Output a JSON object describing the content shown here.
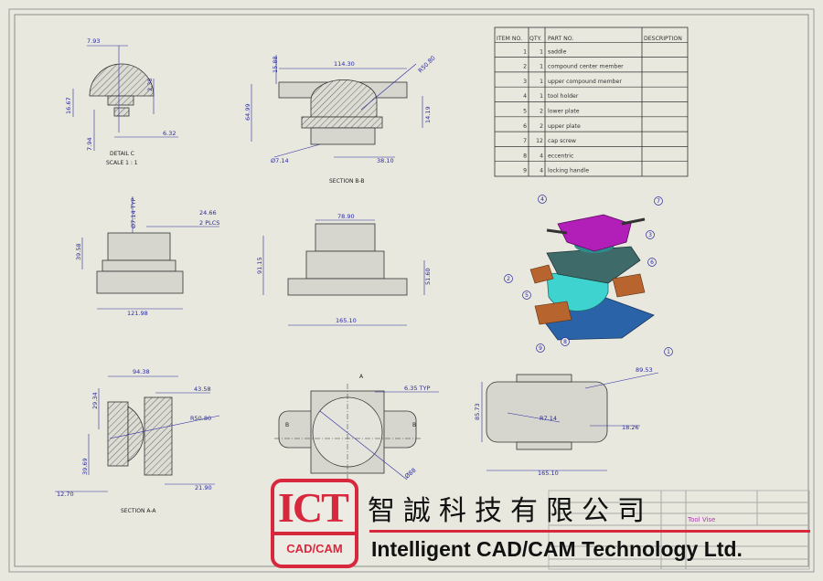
{
  "drawing": {
    "title": "Tool Vise",
    "detail_c": {
      "label": "DETAIL C",
      "scale": "SCALE 1 : 1",
      "dims": [
        "7.93",
        "16.67",
        "7.94",
        "6.32",
        "2.38"
      ]
    },
    "section_bb": {
      "label": "SECTION B-B",
      "dims": [
        "15.88",
        "114.30",
        "R50.80",
        "64.99",
        "14.19",
        "Ø7.14",
        "38.10"
      ]
    },
    "side_view": {
      "dims": [
        "Ø7.14 TYP",
        "24.66",
        "2 PLCS",
        "39.58",
        "121.98"
      ]
    },
    "front_view": {
      "dims": [
        "78.90",
        "91.15",
        "51.60",
        "165.10"
      ]
    },
    "section_aa": {
      "label": "SECTION A-A",
      "dims": [
        "94.38",
        "43.58",
        "29.34",
        "R50.80",
        "39.69",
        "12.70",
        "21.90"
      ]
    },
    "top_view": {
      "dims": [
        "A",
        "6.35 TYP",
        "B",
        "B",
        "Ø88"
      ]
    },
    "right_view": {
      "dims": [
        "89.53",
        "85.73",
        "R7.14",
        "18.26",
        "165.10"
      ]
    },
    "balloons": [
      "4",
      "7",
      "3",
      "6",
      "2",
      "5",
      "8",
      "9",
      "1"
    ]
  },
  "bom": {
    "headers": [
      "ITEM NO.",
      "QTY.",
      "PART NO.",
      "DESCRIPTION"
    ],
    "rows": [
      {
        "item": "1",
        "qty": "1",
        "part": "saddle",
        "desc": ""
      },
      {
        "item": "2",
        "qty": "1",
        "part": "compound center member",
        "desc": ""
      },
      {
        "item": "3",
        "qty": "1",
        "part": "upper compound member",
        "desc": ""
      },
      {
        "item": "4",
        "qty": "1",
        "part": "tool holder",
        "desc": ""
      },
      {
        "item": "5",
        "qty": "2",
        "part": "lower plate",
        "desc": ""
      },
      {
        "item": "6",
        "qty": "2",
        "part": "upper plate",
        "desc": ""
      },
      {
        "item": "7",
        "qty": "12",
        "part": "cap screw",
        "desc": ""
      },
      {
        "item": "8",
        "qty": "4",
        "part": "eccentric",
        "desc": ""
      },
      {
        "item": "9",
        "qty": "4",
        "part": "locking handle",
        "desc": ""
      }
    ]
  },
  "watermark": {
    "logo_text": "ICT",
    "logo_sub": "CAD/CAM",
    "company_cn": "智誠科技有限公司",
    "company_en": "Intelligent CAD/CAM Technology Ltd."
  },
  "colors": {
    "dimension": "#2a2aa0",
    "brand_red": "#d8283e",
    "tool_holder": "#b21fb8",
    "upper_compound": "#3f6a6a",
    "center_member": "#3fd3d0",
    "saddle": "#2a63a8",
    "plates": "#b8642e"
  }
}
